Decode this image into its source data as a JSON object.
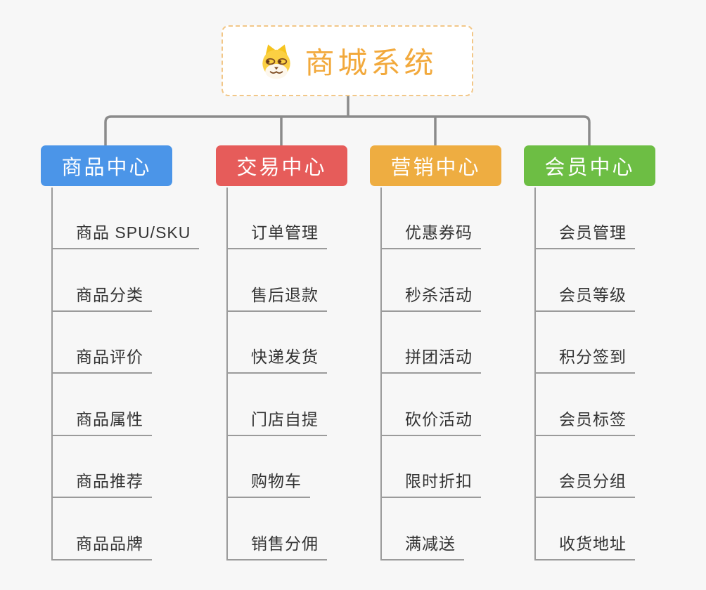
{
  "root": {
    "title": "商城系统",
    "icon": "dog-face-icon",
    "title_color": "#F2A93C",
    "border_color": "#F2C788",
    "background": "#FFFFFF"
  },
  "colors": {
    "canvas_background": "#F7F7F7",
    "connector_line": "#8B8B8B",
    "leaf_line": "#9B9B9B",
    "leaf_text": "#333333"
  },
  "branches": [
    {
      "label": "商品中心",
      "color": "#4B95E8",
      "items": [
        "商品 SPU/SKU",
        "商品分类",
        "商品评价",
        "商品属性",
        "商品推荐",
        "商品品牌"
      ]
    },
    {
      "label": "交易中心",
      "color": "#E65C5A",
      "items": [
        "订单管理",
        "售后退款",
        "快递发货",
        "门店自提",
        "购物车",
        "销售分佣"
      ]
    },
    {
      "label": "营销中心",
      "color": "#EEAD41",
      "items": [
        "优惠券码",
        "秒杀活动",
        "拼团活动",
        "砍价活动",
        "限时折扣",
        "满减送"
      ]
    },
    {
      "label": "会员中心",
      "color": "#6DBE44",
      "items": [
        "会员管理",
        "会员等级",
        "积分签到",
        "会员标签",
        "会员分组",
        "收货地址"
      ]
    }
  ]
}
